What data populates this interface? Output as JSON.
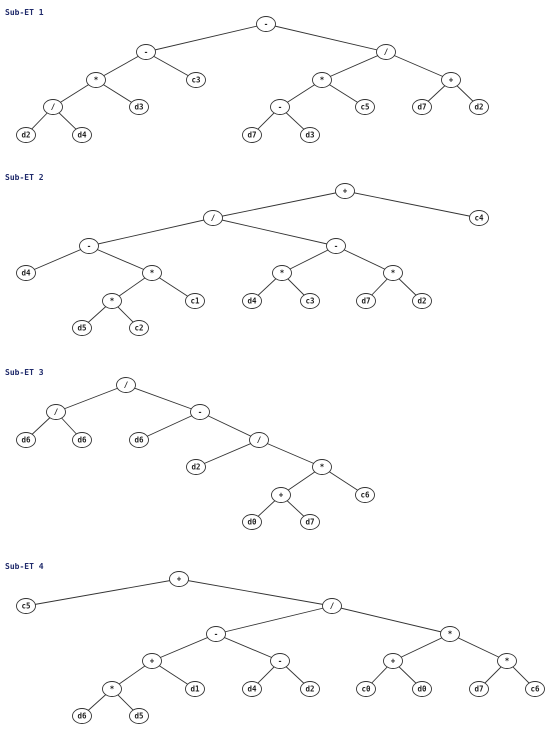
{
  "trees": [
    {
      "title": "Sub-ET 1",
      "nodes": [
        {
          "label": "-"
        },
        {
          "label": "-"
        },
        {
          "label": "/"
        },
        {
          "label": "*"
        },
        {
          "label": "c3"
        },
        {
          "label": "*"
        },
        {
          "label": "+"
        },
        {
          "label": "/"
        },
        {
          "label": "d3"
        },
        {
          "label": "-"
        },
        {
          "label": "c5"
        },
        {
          "label": "d7"
        },
        {
          "label": "d2"
        },
        {
          "label": "d2"
        },
        {
          "label": "d4"
        },
        {
          "label": "d7"
        },
        {
          "label": "d3"
        }
      ],
      "edges": [
        [
          0,
          1
        ],
        [
          0,
          2
        ],
        [
          1,
          3
        ],
        [
          1,
          4
        ],
        [
          2,
          5
        ],
        [
          2,
          6
        ],
        [
          3,
          7
        ],
        [
          3,
          8
        ],
        [
          5,
          9
        ],
        [
          5,
          10
        ],
        [
          6,
          11
        ],
        [
          6,
          12
        ],
        [
          7,
          13
        ],
        [
          7,
          14
        ],
        [
          9,
          15
        ],
        [
          9,
          16
        ]
      ]
    },
    {
      "title": "Sub-ET 2",
      "nodes": [
        {
          "label": "+"
        },
        {
          "label": "/"
        },
        {
          "label": "c4"
        },
        {
          "label": "-"
        },
        {
          "label": "-"
        },
        {
          "label": "d4"
        },
        {
          "label": "*"
        },
        {
          "label": "*"
        },
        {
          "label": "*"
        },
        {
          "label": "*"
        },
        {
          "label": "c1"
        },
        {
          "label": "d4"
        },
        {
          "label": "c3"
        },
        {
          "label": "d7"
        },
        {
          "label": "d2"
        },
        {
          "label": "d5"
        },
        {
          "label": "c2"
        }
      ],
      "edges": [
        [
          0,
          1
        ],
        [
          0,
          2
        ],
        [
          1,
          3
        ],
        [
          1,
          4
        ],
        [
          3,
          5
        ],
        [
          3,
          6
        ],
        [
          4,
          7
        ],
        [
          4,
          8
        ],
        [
          6,
          9
        ],
        [
          6,
          10
        ],
        [
          7,
          11
        ],
        [
          7,
          12
        ],
        [
          8,
          13
        ],
        [
          8,
          14
        ],
        [
          9,
          15
        ],
        [
          9,
          16
        ]
      ]
    },
    {
      "title": "Sub-ET 3",
      "nodes": [
        {
          "label": "/"
        },
        {
          "label": "/"
        },
        {
          "label": "-"
        },
        {
          "label": "d6"
        },
        {
          "label": "d6"
        },
        {
          "label": "d6"
        },
        {
          "label": "/"
        },
        {
          "label": "d2"
        },
        {
          "label": "*"
        },
        {
          "label": "+"
        },
        {
          "label": "c6"
        },
        {
          "label": "d0"
        },
        {
          "label": "d7"
        }
      ],
      "edges": [
        [
          0,
          1
        ],
        [
          0,
          2
        ],
        [
          1,
          3
        ],
        [
          1,
          4
        ],
        [
          2,
          5
        ],
        [
          2,
          6
        ],
        [
          6,
          7
        ],
        [
          6,
          8
        ],
        [
          8,
          9
        ],
        [
          8,
          10
        ],
        [
          9,
          11
        ],
        [
          9,
          12
        ]
      ]
    },
    {
      "title": "Sub-ET 4",
      "nodes": [
        {
          "label": "+"
        },
        {
          "label": "c5"
        },
        {
          "label": "/"
        },
        {
          "label": "-"
        },
        {
          "label": "*"
        },
        {
          "label": "+"
        },
        {
          "label": "-"
        },
        {
          "label": "+"
        },
        {
          "label": "*"
        },
        {
          "label": "*"
        },
        {
          "label": "d1"
        },
        {
          "label": "d4"
        },
        {
          "label": "d2"
        },
        {
          "label": "c0"
        },
        {
          "label": "d0"
        },
        {
          "label": "d7"
        },
        {
          "label": "c6"
        },
        {
          "label": "d6"
        },
        {
          "label": "d5"
        }
      ],
      "edges": [
        [
          0,
          1
        ],
        [
          0,
          2
        ],
        [
          2,
          3
        ],
        [
          2,
          4
        ],
        [
          3,
          5
        ],
        [
          3,
          6
        ],
        [
          4,
          7
        ],
        [
          4,
          8
        ],
        [
          5,
          9
        ],
        [
          5,
          10
        ],
        [
          6,
          11
        ],
        [
          6,
          12
        ],
        [
          7,
          13
        ],
        [
          7,
          14
        ],
        [
          8,
          15
        ],
        [
          8,
          16
        ],
        [
          9,
          17
        ],
        [
          9,
          18
        ]
      ]
    }
  ]
}
